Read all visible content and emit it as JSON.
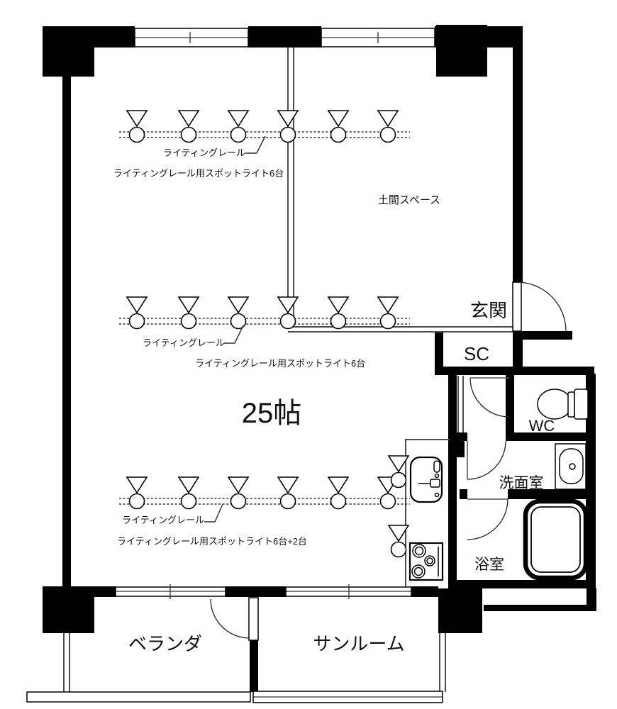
{
  "colors": {
    "wall": "#000000",
    "thin_line": "#4d4d4d",
    "background": "#ffffff"
  },
  "rooms": {
    "main_room": "25帖",
    "doma": "土間スペース",
    "entrance": "玄関",
    "shoe_closet": "SC",
    "toilet": "WC",
    "washroom": "洗面室",
    "bathroom": "浴室",
    "veranda": "ベランダ",
    "sunroom": "サンルーム"
  },
  "lighting_rails": [
    {
      "label": "ライティングレール",
      "note": "ライティングレール用スポットライト6台",
      "spotlight_count": 6
    },
    {
      "label": "ライティングレール",
      "note": "ライティングレール用スポットライト6台",
      "spotlight_count": 6
    },
    {
      "label": "ライティングレール",
      "note": "ライティングレール用スポットライト6台+2台",
      "spotlight_count": 8
    }
  ]
}
